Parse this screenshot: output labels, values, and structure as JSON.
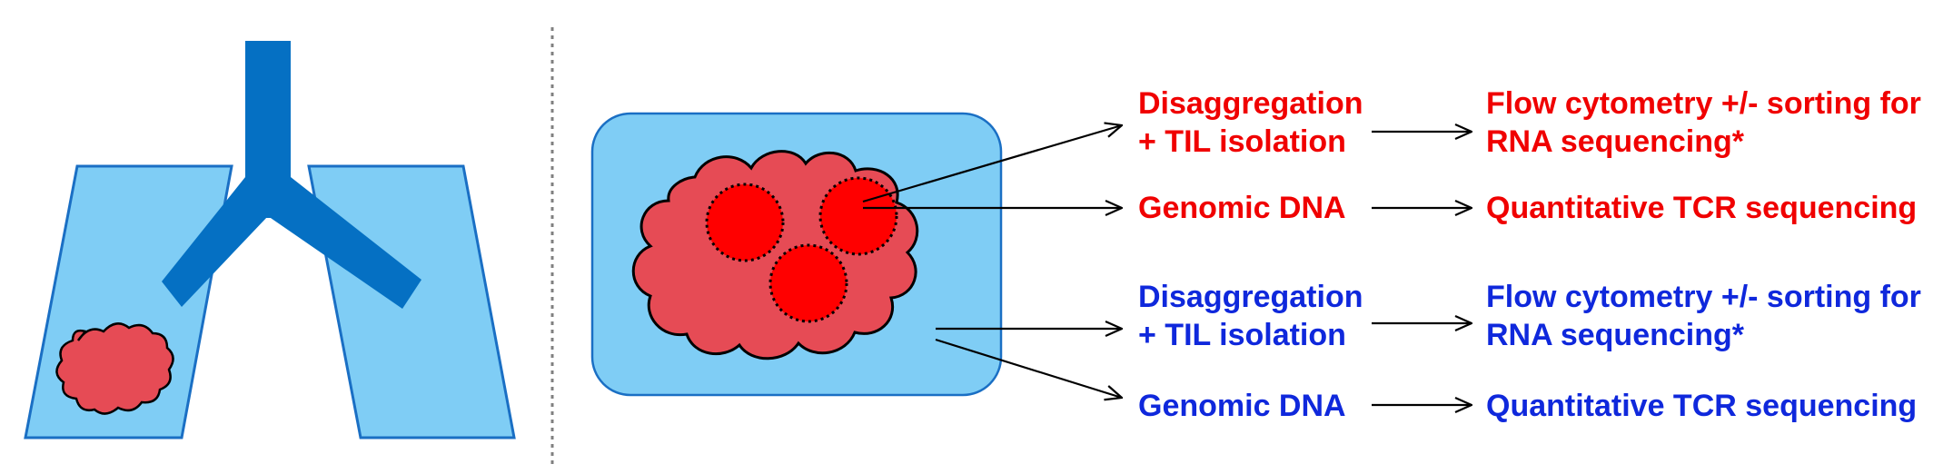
{
  "colors": {
    "red_text": "#f00000",
    "blue_text": "#0f28dc",
    "lung_fill": "#7fcdf5",
    "lung_stroke": "#1a6fc4",
    "trachea": "#0570c3",
    "tumor_fill": "#e64b55",
    "tumor_region": "#ff0000",
    "arrow": "#000000",
    "divider": "#808080"
  },
  "tumor_rows": [
    {
      "color": "red",
      "step": [
        "Disaggregation",
        "+ TIL isolation"
      ],
      "analysis": [
        "Flow cytometry +/- sorting for",
        "RNA sequencing*"
      ]
    },
    {
      "color": "red",
      "step": [
        "Genomic DNA"
      ],
      "analysis": [
        "Quantitative TCR sequencing"
      ]
    }
  ],
  "tissue_rows": [
    {
      "color": "blue",
      "step": [
        "Disaggregation",
        "+ TIL isolation"
      ],
      "analysis": [
        "Flow cytometry +/- sorting for",
        "RNA sequencing*"
      ]
    },
    {
      "color": "blue",
      "step": [
        "Genomic DNA"
      ],
      "analysis": [
        "Quantitative TCR sequencing"
      ]
    }
  ]
}
